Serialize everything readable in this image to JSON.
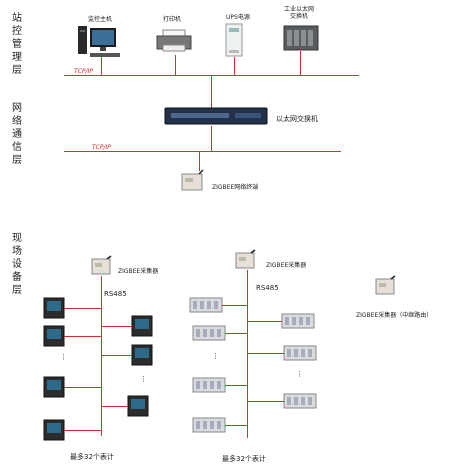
{
  "layers": {
    "station": [
      "站",
      "控",
      "管",
      "理",
      "层"
    ],
    "network": [
      "网",
      "络",
      "通",
      "信",
      "层"
    ],
    "field": [
      "现",
      "场",
      "设",
      "备",
      "层"
    ]
  },
  "devices": {
    "monitor_host": "监控主机",
    "printer": "打印机",
    "ups": "UPS电源",
    "industrial_switch": "工业以太网交换机",
    "ethernet_switch": "以太网交换机",
    "zigbee_terminal": "ZIGBEE网络终端",
    "zigbee_collector_1": "ZIGBEE采集器",
    "zigbee_collector_2": "ZIGBEE采集器",
    "zigbee_collector_relay": "ZIGBEE采集器（中继路由）"
  },
  "protocols": {
    "top": "TCP/IP",
    "middle": "TCP/IP",
    "bus1": "RS485",
    "bus2": "RS485"
  },
  "footnotes": {
    "group1": "最多32个表计",
    "group2": "最多32个表计"
  },
  "colors": {
    "line": "#d32f2f",
    "device_gray": "#cfd3d6",
    "screen": "#2e6b8a"
  }
}
